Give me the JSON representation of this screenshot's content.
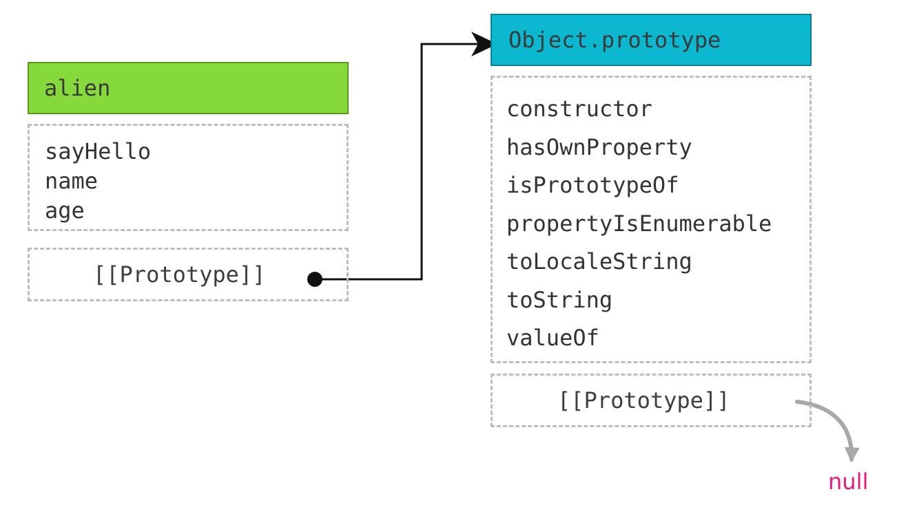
{
  "colors": {
    "alien_header": "#86d93a",
    "object_header": "#0bb8d0",
    "null_text": "#e8187a",
    "arrow_black": "#111111",
    "arrow_gray": "#a8a8a8"
  },
  "alien": {
    "title": "alien",
    "properties": [
      "sayHello",
      "name",
      "age"
    ],
    "prototype_label": "[[Prototype]]"
  },
  "object_prototype": {
    "title": "Object.prototype",
    "properties": [
      "constructor",
      "hasOwnProperty",
      "isPrototypeOf",
      "propertyIsEnumerable",
      "toLocaleString",
      "toString",
      "valueOf"
    ],
    "prototype_label": "[[Prototype]]"
  },
  "null_label": "null"
}
